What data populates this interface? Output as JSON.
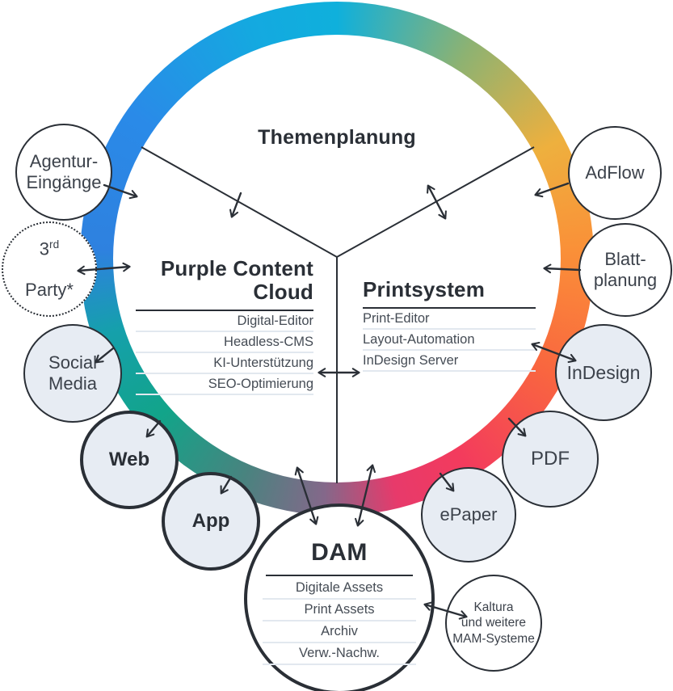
{
  "diagram_title": "Themenplanung",
  "center": {
    "themenplanung": "Themenplanung",
    "purple": {
      "title": "Purple Content\nCloud",
      "items": [
        "Digital-Editor",
        "Headless-CMS",
        "KI-Unterstützung",
        "SEO-Optimierung"
      ]
    },
    "print": {
      "title": "Printsystem",
      "items": [
        "Print-Editor",
        "Layout-Automation",
        "InDesign Server"
      ]
    }
  },
  "dam": {
    "title": "DAM",
    "items": [
      "Digitale Assets",
      "Print Assets",
      "Archiv",
      "Verw.-Nachw."
    ]
  },
  "satellites": [
    {
      "id": "agentur-eingaenge",
      "label": "Agentur-\nEingänge"
    },
    {
      "id": "third-party",
      "num": "3",
      "sup": "rd",
      "rest": "Party*"
    },
    {
      "id": "social-media",
      "label": "Social\nMedia"
    },
    {
      "id": "web",
      "label": "Web"
    },
    {
      "id": "app",
      "label": "App"
    },
    {
      "id": "adflow",
      "label": "AdFlow"
    },
    {
      "id": "blattplanung",
      "label": "Blatt-\nplanung"
    },
    {
      "id": "indesign",
      "label": "InDesign"
    },
    {
      "id": "pdf",
      "label": "PDF"
    },
    {
      "id": "epaper",
      "label": "ePaper"
    },
    {
      "id": "kaltura",
      "label": "Kaltura\nund weitere\nMAM-Systeme"
    }
  ],
  "colors": {
    "ink": "#2a2f36",
    "body_text": "#454c55",
    "circle_fill": "#e7ecf3",
    "separator": "#e2e8ef"
  },
  "ring_gradient": {
    "stops": [
      {
        "color": "#0fb0dc",
        "angle": 0
      },
      {
        "color": "#8db272",
        "angle": 32
      },
      {
        "color": "#eeb03e",
        "angle": 62
      },
      {
        "color": "#fa9038",
        "angle": 88
      },
      {
        "color": "#f9663f",
        "angle": 118
      },
      {
        "color": "#f33b5d",
        "angle": 148
      },
      {
        "color": "#e73a6b",
        "angle": 166
      },
      {
        "color": "#84688a",
        "angle": 183
      },
      {
        "color": "#49837f",
        "angle": 203
      },
      {
        "color": "#12a489",
        "angle": 228
      },
      {
        "color": "#15a0ab",
        "angle": 252
      },
      {
        "color": "#2e81df",
        "angle": 272
      },
      {
        "color": "#2a8ae8",
        "angle": 305
      },
      {
        "color": "#14a9e0",
        "angle": 340
      },
      {
        "color": "#0fb0dc",
        "angle": 360
      }
    ]
  }
}
